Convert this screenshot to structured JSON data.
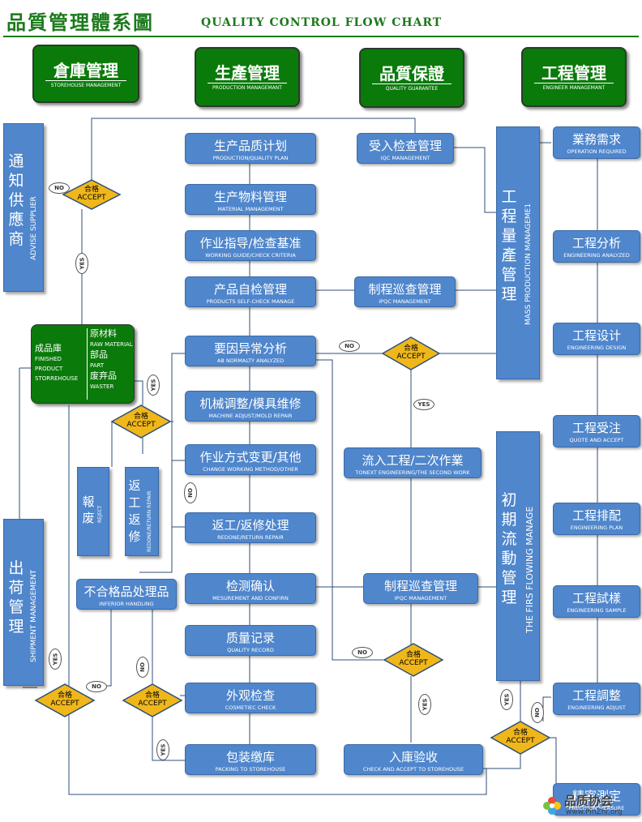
{
  "header": {
    "title_zh": "品質管理體系圖",
    "title_en": "QUALITY CONTROL FLOW CHART"
  },
  "departments": [
    {
      "zh": "倉庫管理",
      "en": "STOREHOUSE MANAGEMENT"
    },
    {
      "zh": "生產管理",
      "en": "PRODUCTION MANAGEMANT"
    },
    {
      "zh": "品質保證",
      "en": "QUALITY GUARANTEE"
    },
    {
      "zh": "工程管理",
      "en": "ENGINEER MANAGEMANT"
    }
  ],
  "production_steps": [
    {
      "zh": "生产品质计划",
      "en": "PRODUCTION/QUALITY PLAN"
    },
    {
      "zh": "生产物料管理",
      "en": "MATERIAL MANAGEMENT"
    },
    {
      "zh": "作业指导/检查基准",
      "en": "WORKING GUIDE/CHECK CRITERIA"
    },
    {
      "zh": "产品自检管理",
      "en": "PRODUCTS SELF-CHECK MANAGE"
    },
    {
      "zh": "要因异常分析",
      "en": "AB NORMALTY ANALYZED"
    },
    {
      "zh": "机械调整/模具维修",
      "en": "MACHINE ADJUST/MOLD REPAIR"
    },
    {
      "zh": "作业方式变更/其他",
      "en": "CHANGE WORKING METHOD/OTHER"
    },
    {
      "zh": "返工/返修处理",
      "en": "REDONE/RETURN REPAIR"
    },
    {
      "zh": "检测确认",
      "en": "MESUREMENT AND CONFIRN"
    },
    {
      "zh": "质量记录",
      "en": "QUALITY RECORD"
    },
    {
      "zh": "外观检查",
      "en": "COSMETIEC CHECK"
    },
    {
      "zh": "包装缴库",
      "en": "PACKING TO STOREHOUSE"
    }
  ],
  "quality_steps": [
    {
      "zh": "受入检查管理",
      "en": "IQC MANAGEMENT"
    },
    {
      "zh": "制程巡查管理",
      "en": "IPQC MANAGEMENT"
    },
    {
      "zh": "流入工程/二次作業",
      "en": "TONEXT ENGINEERING/THE SECOND WORK"
    },
    {
      "zh": "制程巡查管理",
      "en": "IPQC MANAGEMENT"
    },
    {
      "zh": "入庫验收",
      "en": "CHECK AND ACCEPT TO STOREHOUSE"
    }
  ],
  "engineering_steps": [
    {
      "zh": "業務需求",
      "en": "OPERATION REQUIRED"
    },
    {
      "zh": "工程分析",
      "en": "ENGINEERING ANALYZED"
    },
    {
      "zh": "工程设计",
      "en": "ENGINEERING DESIGN"
    },
    {
      "zh": "工程受注",
      "en": "QUOTE AND ACCEPT"
    },
    {
      "zh": "工程排配",
      "en": "ENGINEERING PLAN"
    },
    {
      "zh": "工程試樣",
      "en": "ENGINEERING SAMPLE"
    },
    {
      "zh": "工程調整",
      "en": "ENGINEERING ADJUST"
    },
    {
      "zh": "精密測定",
      "en": "PRECISION MEASURE"
    }
  ],
  "side_boxes": {
    "advise_supplier": {
      "zh": "通知供應商",
      "en": "ADVISE SUPPLIER"
    },
    "shipment": {
      "zh": "出荷管理",
      "en": "SHIPMENT MANAGEMENT"
    },
    "mass_production": {
      "zh": "工程量產管理",
      "en": "MASS PRODUCTION MANAGEME1"
    },
    "first_flowing": {
      "zh": "初期流動管理",
      "en": "THE FIRS FLOWING MANAGE"
    },
    "reject": {
      "zh": "報废",
      "en": "REJECT"
    },
    "redone": {
      "zh": "返工返修",
      "en": "REDONE/RETURN REPAIR"
    },
    "inferior": {
      "zh": "不合格品处理品",
      "en": "INFERIOR HANDLING"
    }
  },
  "warehouse": {
    "left_lines": [
      "成品庫",
      "FINISHED",
      "PRODUCT",
      "STORREHOUSE"
    ],
    "right_lines": [
      "原材料",
      "RAW MATERIAL",
      "部品",
      "PART",
      "废弃品",
      "WASTER"
    ]
  },
  "decision": {
    "zh": "合格",
    "en": "ACCEPT"
  },
  "labels": {
    "no": "NO",
    "yes": "YES"
  },
  "watermark": {
    "name": "品质协会",
    "url": "www.PinZhi.org"
  },
  "colors": {
    "green": "#0a7a0a",
    "blue": "#4f86cc",
    "diamond": "#f0b71b",
    "title": "#1b7a1b"
  }
}
